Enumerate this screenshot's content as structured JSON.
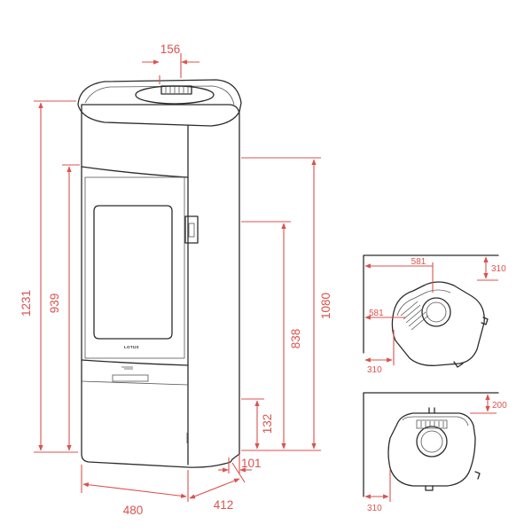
{
  "brand_label": "LOTUS",
  "colors": {
    "outline": "#2b2b2b",
    "dimension": "#d9534f"
  },
  "front_view": {
    "dimensions": {
      "flue_width": "156",
      "total_height": "1231",
      "door_height": "939",
      "top_outlet_height": "1080",
      "rear_outlet_height": "838",
      "bottom_offset": "132",
      "rear_depth": "101",
      "width": "480",
      "depth": "412"
    }
  },
  "corner_plan": {
    "dimensions": {
      "side_clearance_top": "581",
      "wall_clearance_top": "310",
      "side_clearance_left": "581",
      "wall_clearance_left": "310"
    }
  },
  "wall_plan": {
    "dimensions": {
      "rear_clearance": "200",
      "side_clearance": "310"
    }
  }
}
